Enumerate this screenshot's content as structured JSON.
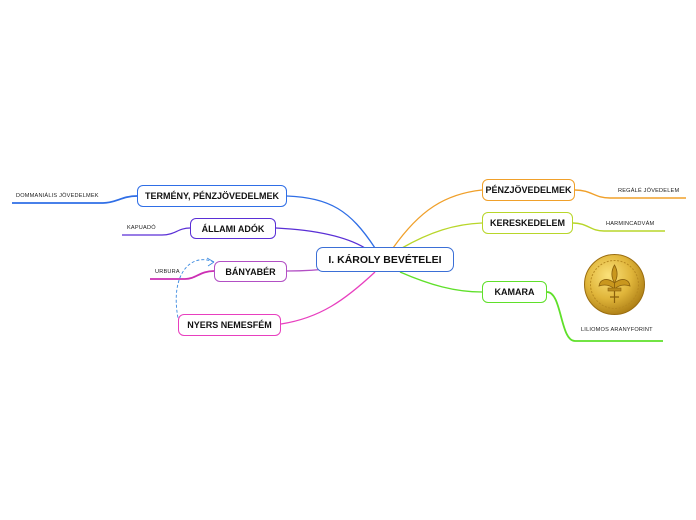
{
  "central": {
    "label": "I. KÁROLY BEVÉTELEI"
  },
  "branches": [
    {
      "id": "termeny",
      "label": "TERMÉNY, PÉNZJÖVEDELMEK",
      "color": "#2f6ee6",
      "leaf": "DOMMANIÁLIS JÖVEDELMEK",
      "leaf_color": "#2f6ee6"
    },
    {
      "id": "allami",
      "label": "ÁLLAMI ADÓK",
      "color": "#5a2fd6",
      "leaf": "KAPUADÓ",
      "leaf_color": "#5a2fd6"
    },
    {
      "id": "banyaber",
      "label": "BÁNYABÉR",
      "color": "#b24fc4",
      "leaf": "URBURA",
      "leaf_color": "#cc2fb4"
    },
    {
      "id": "nyers",
      "label": "NYERS NEMESFÉM",
      "color": "#e83fbf",
      "leaf": "",
      "leaf_color": "#e83fbf"
    },
    {
      "id": "penz",
      "label": "PÉNZJÖVEDELMEK",
      "color": "#f0a02a",
      "leaf": "REGÁLÉ JÖVEDELEM",
      "leaf_color": "#f0a02a"
    },
    {
      "id": "keresk",
      "label": "KERESKEDELEM",
      "color": "#b8d62a",
      "leaf": "HARMINCADVÁM",
      "leaf_color": "#b8d62a"
    },
    {
      "id": "kamara",
      "label": "KAMARA",
      "color": "#5fe02a",
      "leaf": "LILIOMOS ARANYFORINT",
      "leaf_color": "#5fe02a"
    }
  ],
  "colors": {
    "central_border": "#3b6fd6",
    "relationship": "#3b8ae0"
  },
  "icons": {
    "coin": "gold-florin-coin-image"
  }
}
